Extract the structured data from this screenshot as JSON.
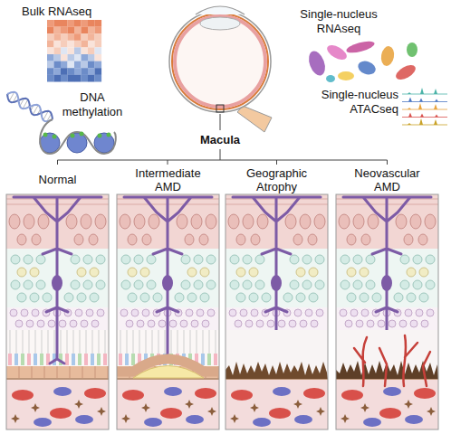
{
  "diagram": {
    "nodes": [
      {
        "text": [
          "Normal"
        ]
      },
      {
        "text": [
          "Intermediate AMD"
        ]
      },
      {
        "text": [
          "Geographic Atrophy"
        ]
      },
      {
        "text": [
          "Neovascular AMD"
        ]
      }
    ],
    "labels": [
      "Bulk RNAseq",
      "DNA methylation",
      "Single-nucleus RNAseq",
      "Single-nucleus ATACseq",
      "Macula"
    ]
  }
}
